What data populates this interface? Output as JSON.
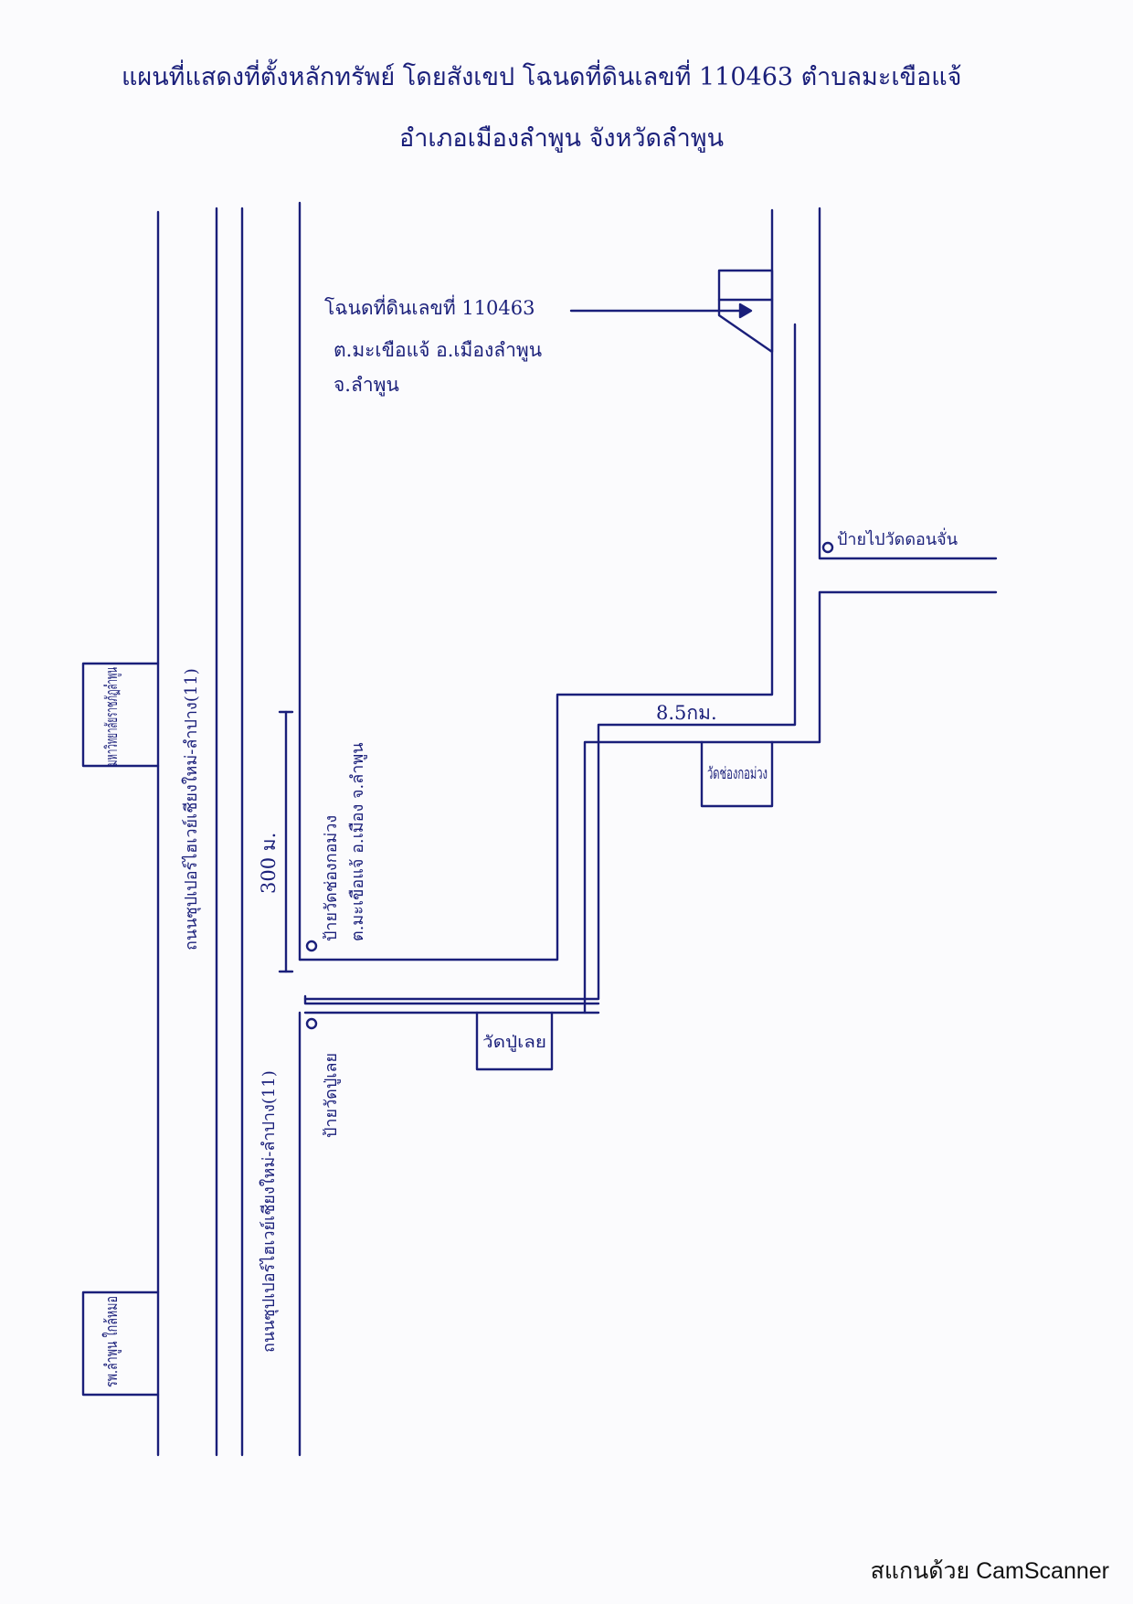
{
  "title": {
    "line1": "แผนที่แสดงที่ตั้งหลักทรัพย์ โดยสังเขป โฉนดที่ดินเลขที่ 110463 ตำบลมะเขือแจ้",
    "line2": "อำเภอเมืองลำพูน จังหวัดลำพูน"
  },
  "parcel_label": {
    "line1": "โฉนดที่ดินเลขที่ 110463",
    "line2": "ต.มะเขือแจ้ อ.เมืองลำพูน",
    "line3": "จ.ลำพูน"
  },
  "roads": {
    "superhighway_left": "ถนนซุปเปอร์ไฮเวย์เชียงใหม่-ลำปาง(11)",
    "superhighway_right": "ถนนซุปเปอร์ไฮเวย์เชียงใหม่-ลำปาง(11)"
  },
  "landmarks": {
    "rajabhat": "มหาวิทยาลัยราชภัฏลำพูน",
    "hospital": "รพ.ลำพูน ใกล้หมอ",
    "wat_chong_kham": "วัดช่องกอม่วง",
    "wat_pu_loei": "วัดปู่เลย"
  },
  "signs": {
    "wat_don_chan": "ป้ายไปวัดดอนจั่น",
    "wat_chong_sign_1": "ป้ายวัดช่องกอม่วง",
    "wat_chong_sign_2": "ต.มะเขือแจ้ อ.เมือง จ.ลำพูน",
    "wat_pu_loei_sign": "ป้ายวัดปู่เลย"
  },
  "distances": {
    "along_road": "8.5กม.",
    "to_turnoff": "300 ม."
  },
  "watermark": "สแกนด้วย CamScanner",
  "colors": {
    "ink": "#1a1f7a",
    "paper": "#fbfbfd"
  }
}
